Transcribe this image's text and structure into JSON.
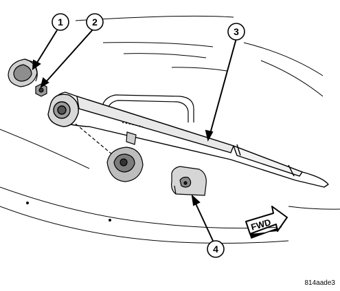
{
  "figure": {
    "id": "814aade3",
    "callouts": [
      {
        "number": "1",
        "part": "cap"
      },
      {
        "number": "2",
        "part": "nut"
      },
      {
        "number": "3",
        "part": "wiper-arm"
      },
      {
        "number": "4",
        "part": "bracket"
      }
    ],
    "direction_label": "FWD"
  }
}
